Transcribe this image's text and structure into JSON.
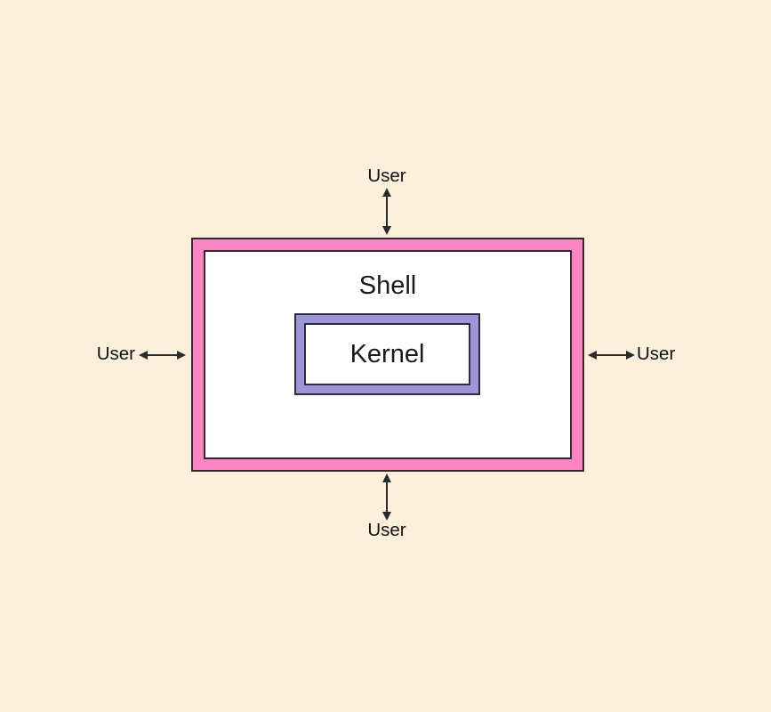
{
  "title": "Shell and Kernel architecture diagram",
  "colors": {
    "background": "#FCF0DD",
    "shell_fill": "#F986C3",
    "shell_border": "#39272E",
    "kernel_fill": "#9C96D9",
    "kernel_border": "#2E2B3F",
    "arrow": "#2B2B2B",
    "text": "#1A1A1A",
    "box_interior": "#FFFFFF"
  },
  "diagram": {
    "shell_box": {
      "label": "Shell"
    },
    "kernel_box": {
      "label": "Kernel"
    },
    "users": {
      "top": "User",
      "bottom": "User",
      "left": "User",
      "right": "User"
    },
    "arrows": [
      {
        "name": "arrow-top",
        "direction": "vertical",
        "connects": "user-top to shell-box"
      },
      {
        "name": "arrow-bottom",
        "direction": "vertical",
        "connects": "user-bottom to shell-box"
      },
      {
        "name": "arrow-left",
        "direction": "horizontal",
        "connects": "user-left to shell-box"
      },
      {
        "name": "arrow-right",
        "direction": "horizontal",
        "connects": "user-right to shell-box"
      }
    ]
  }
}
